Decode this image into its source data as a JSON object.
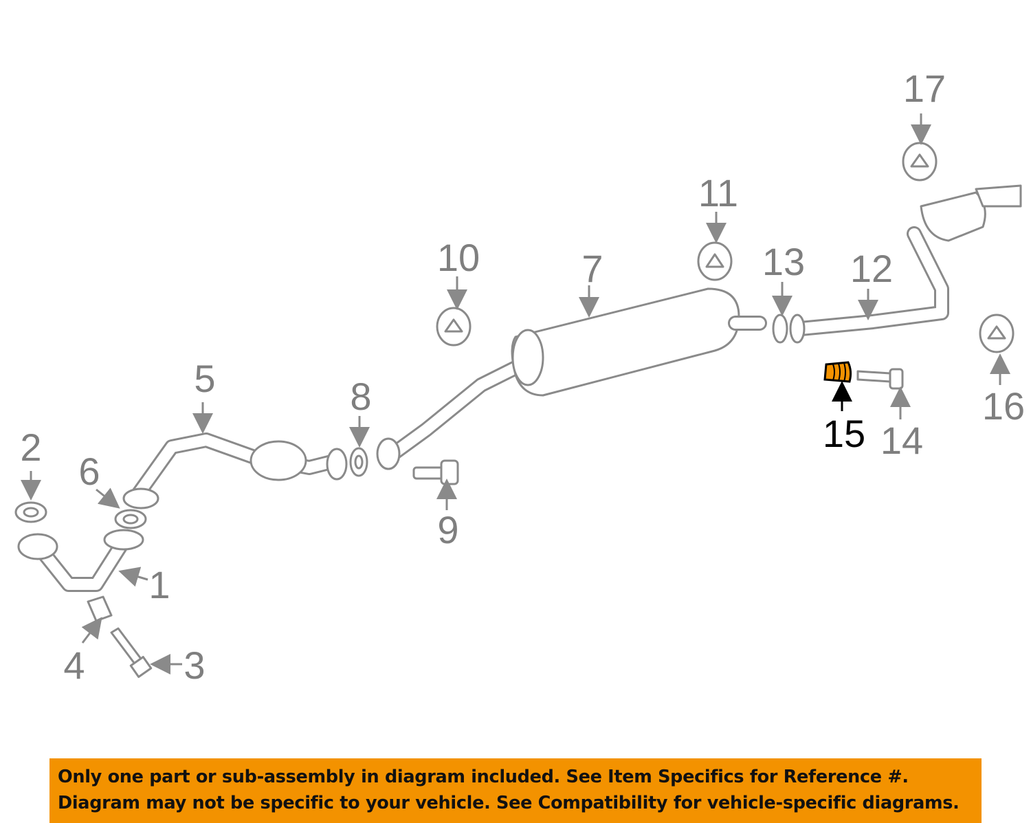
{
  "callouts": {
    "p1": "1",
    "p2": "2",
    "p3": "3",
    "p4": "4",
    "p5": "5",
    "p6": "6",
    "p7": "7",
    "p8": "8",
    "p9": "9",
    "p10": "10",
    "p11": "11",
    "p12": "12",
    "p13": "13",
    "p14": "14",
    "p15": "15",
    "p16": "16",
    "p17": "17"
  },
  "highlighted_part": "15",
  "colors": {
    "highlight": "#f39200",
    "line": "#8a8a8a",
    "banner": "#f39200"
  },
  "banner": {
    "line1": "Only one part or sub-assembly in diagram included. See Item Specifics for Reference #.",
    "line2": "Diagram may not be specific to your vehicle. See Compatibility for vehicle-specific diagrams."
  }
}
